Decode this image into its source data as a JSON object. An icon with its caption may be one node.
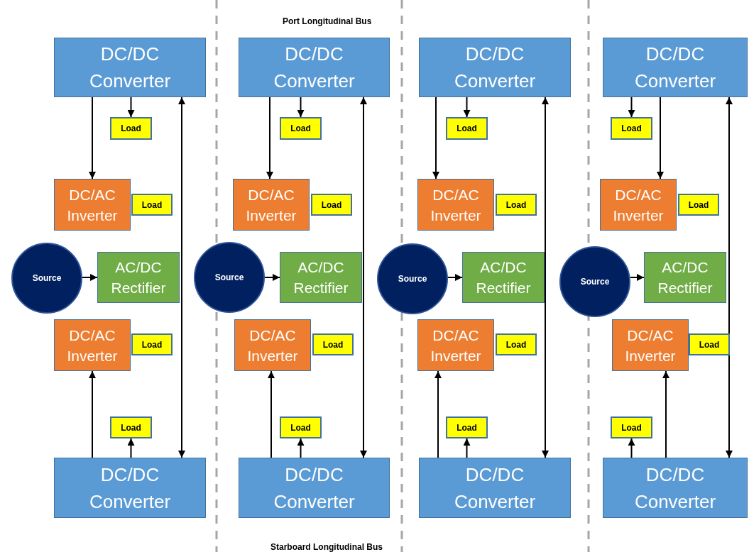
{
  "diagram": {
    "nodes": [
      {
        "text": [
          "DC/DC Converter"
        ]
      },
      {
        "text": [
          "Load"
        ]
      },
      {
        "text": [
          "DC/AC Inverter"
        ]
      },
      {
        "text": [
          "Load"
        ]
      },
      {
        "text": [
          "Source"
        ]
      },
      {
        "text": [
          "AC/DC Rectifier"
        ]
      },
      {
        "text": [
          "DC/AC Inverter"
        ]
      },
      {
        "text": [
          "Load"
        ]
      },
      {
        "text": [
          "Load"
        ]
      },
      {
        "text": [
          "DC/DC Converter"
        ]
      },
      {
        "text": [
          "DC/DC Converter"
        ]
      },
      {
        "text": [
          "Load"
        ]
      },
      {
        "text": [
          "DC/AC Inverter"
        ]
      },
      {
        "text": [
          "Load"
        ]
      },
      {
        "text": [
          "Source"
        ]
      },
      {
        "text": [
          "AC/DC Rectifier"
        ]
      },
      {
        "text": [
          "DC/AC Inverter"
        ]
      },
      {
        "text": [
          "Load"
        ]
      },
      {
        "text": [
          "Load"
        ]
      },
      {
        "text": [
          "DC/DC Converter"
        ]
      },
      {
        "text": [
          "DC/DC Converter"
        ]
      },
      {
        "text": [
          "Load"
        ]
      },
      {
        "text": [
          "DC/AC Inverter"
        ]
      },
      {
        "text": [
          "Load"
        ]
      },
      {
        "text": [
          "Source"
        ]
      },
      {
        "text": [
          "AC/DC Rectifier"
        ]
      },
      {
        "text": [
          "DC/AC Inverter"
        ]
      },
      {
        "text": [
          "Load"
        ]
      },
      {
        "text": [
          "Load"
        ]
      },
      {
        "text": [
          "DC/DC Converter"
        ]
      },
      {
        "text": [
          "DC/DC Converter"
        ]
      },
      {
        "text": [
          "Load"
        ]
      },
      {
        "text": [
          "DC/AC Inverter"
        ]
      },
      {
        "text": [
          "Load"
        ]
      },
      {
        "text": [
          "Source"
        ]
      },
      {
        "text": [
          "AC/DC Rectifier"
        ]
      },
      {
        "text": [
          "DC/AC Inverter"
        ]
      },
      {
        "text": [
          "Load"
        ]
      },
      {
        "text": [
          "Load"
        ]
      },
      {
        "text": [
          "DC/DC Converter"
        ]
      }
    ],
    "edges": [
      {
        "from": 0,
        "to": 1,
        "arrow": "to"
      },
      {
        "from": 0,
        "to": 2,
        "arrow": "to"
      },
      {
        "from": 4,
        "to": 5,
        "arrow": "to"
      },
      {
        "from": 9,
        "to": 6,
        "arrow": "to"
      },
      {
        "from": 9,
        "to": 8,
        "arrow": "to"
      },
      {
        "from": 0,
        "to": 9,
        "arrow": "both"
      },
      {
        "from": 10,
        "to": 11,
        "arrow": "to"
      },
      {
        "from": 10,
        "to": 12,
        "arrow": "to"
      },
      {
        "from": 14,
        "to": 15,
        "arrow": "to"
      },
      {
        "from": 19,
        "to": 16,
        "arrow": "to"
      },
      {
        "from": 19,
        "to": 18,
        "arrow": "to"
      },
      {
        "from": 10,
        "to": 19,
        "arrow": "both"
      },
      {
        "from": 20,
        "to": 21,
        "arrow": "to"
      },
      {
        "from": 20,
        "to": 22,
        "arrow": "to"
      },
      {
        "from": 24,
        "to": 25,
        "arrow": "to"
      },
      {
        "from": 29,
        "to": 26,
        "arrow": "to"
      },
      {
        "from": 29,
        "to": 28,
        "arrow": "to"
      },
      {
        "from": 20,
        "to": 29,
        "arrow": "both"
      },
      {
        "from": 30,
        "to": 31,
        "arrow": "to"
      },
      {
        "from": 30,
        "to": 32,
        "arrow": "to"
      },
      {
        "from": 34,
        "to": 35,
        "arrow": "to"
      },
      {
        "from": 39,
        "to": 36,
        "arrow": "to"
      },
      {
        "from": 39,
        "to": 38,
        "arrow": "to"
      },
      {
        "from": 30,
        "to": 39,
        "arrow": "both"
      }
    ],
    "labels": [
      "Port Longitudinal Bus",
      "Starboard Longitudinal Bus"
    ]
  }
}
